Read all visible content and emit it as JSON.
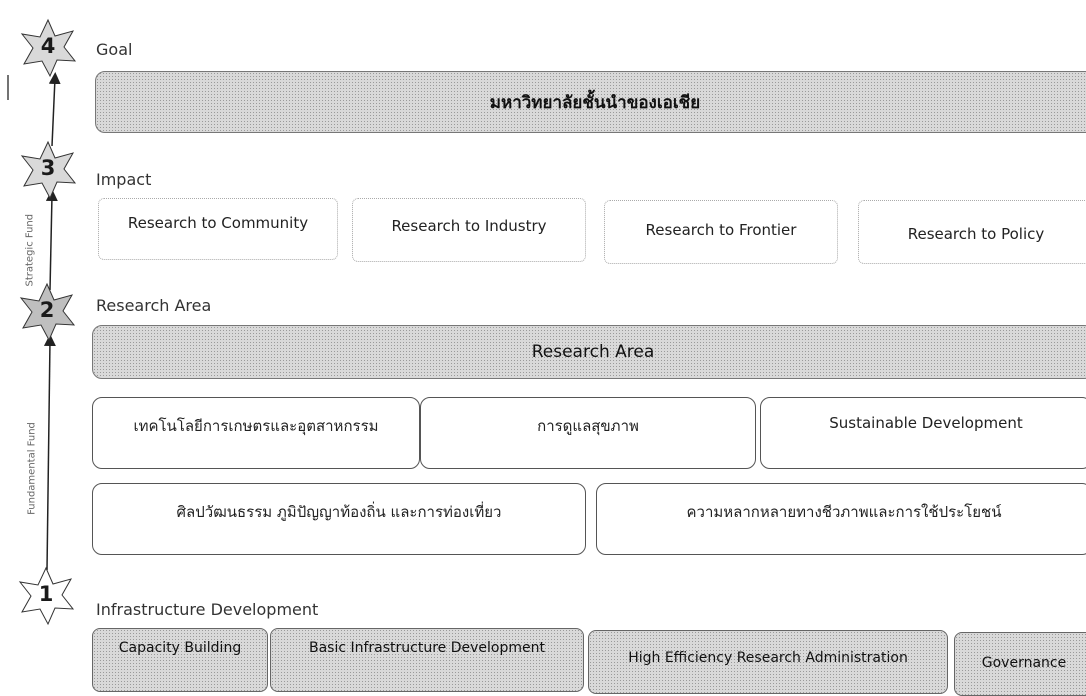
{
  "levels": [
    {
      "number": "4",
      "label": "Goal"
    },
    {
      "number": "3",
      "label": "Impact"
    },
    {
      "number": "2",
      "label": "Research Area"
    },
    {
      "number": "1",
      "label": "Infrastructure Development"
    }
  ],
  "goal": {
    "text": "มหาวิทยาลัยชั้นนำของเอเชีย"
  },
  "impact": {
    "items": [
      "Research to Community",
      "Research to Industry",
      "Research to Frontier",
      "Research to Policy"
    ]
  },
  "research_area": {
    "banner": "Research Area",
    "items": [
      "เทคโนโลยีการเกษตรและอุตสาหกรรม",
      "การดูแลสุขภาพ",
      "Sustainable Development",
      "ศิลปวัฒนธรรม ภูมิปัญญาท้องถิ่น และการท่องเที่ยว",
      "ความหลากหลายทางชีวภาพและการใช้ประโยชน์"
    ]
  },
  "infrastructure": {
    "items": [
      "Capacity Building",
      "Basic Infrastructure Development",
      "High Efficiency Research Administration",
      "Governance"
    ]
  },
  "axis": {
    "strategic": "Strategic Fund",
    "fundamental": "Fundamental Fund"
  }
}
